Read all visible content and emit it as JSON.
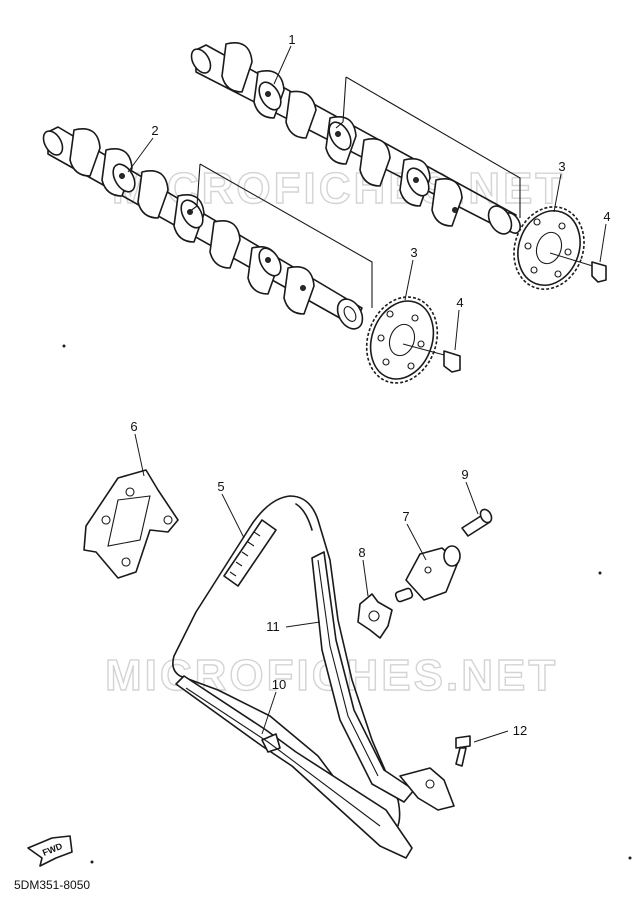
{
  "watermarks": [
    "MICROFICHES.NET",
    "MICROFICHES.NET"
  ],
  "callouts": [
    "1",
    "2",
    "3",
    "3",
    "4",
    "4",
    "5",
    "6",
    "7",
    "8",
    "9",
    "10",
    "11",
    "12"
  ],
  "fwd_label": "FWD",
  "diagram_code": "5DM351-8050",
  "colors": {
    "line": "#1a1a1a",
    "watermark": "#d4d4d4",
    "background": "#ffffff"
  }
}
